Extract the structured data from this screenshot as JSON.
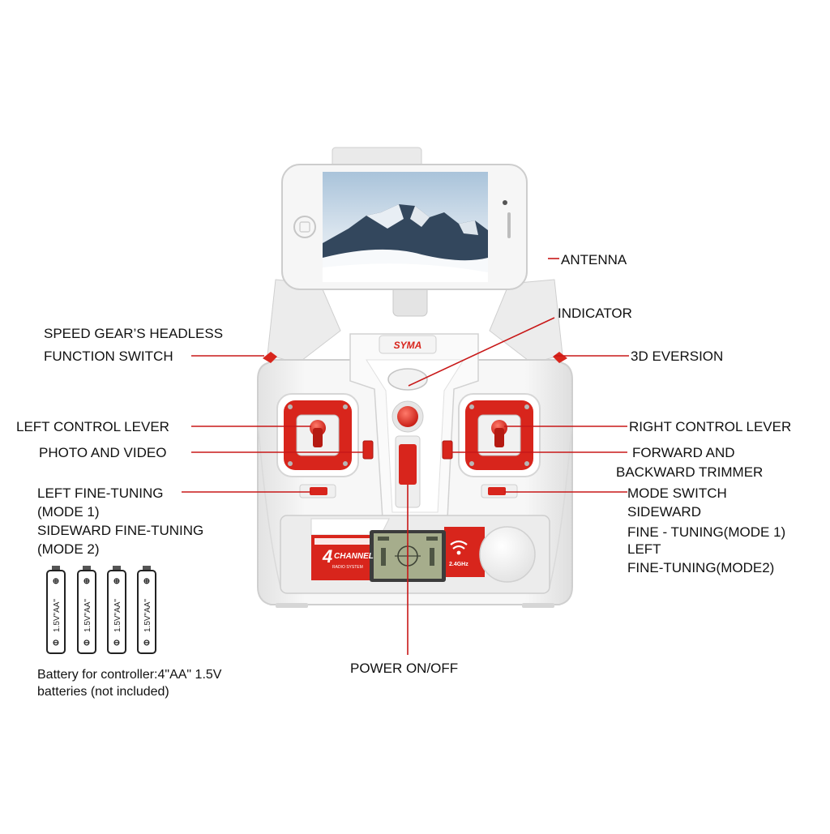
{
  "brand": "SYMA",
  "labels": {
    "antenna": "ANTENNA",
    "indicator": "INDICATOR",
    "speed_gear_line1": "SPEED GEAR’S HEADLESS",
    "speed_gear_line2": "FUNCTION SWITCH",
    "eversion": "3D EVERSION",
    "left_control_lever": "LEFT CONTROL LEVER",
    "right_control_lever": "RIGHT CONTROL LEVER",
    "photo_video": "PHOTO  AND VIDEO",
    "trimmer_line1": "FORWARD AND",
    "trimmer_line2": "BACKWARD TRIMMER",
    "left_fine_line1": "LEFT FINE-TUNING",
    "left_fine_line2": "(MODE 1)",
    "left_fine_line3": "SIDEWARD FINE-TUNING",
    "left_fine_line4": "(MODE 2)",
    "mode_switch_line1": "MODE SWITCH",
    "mode_switch_line2": "SIDEWARD",
    "mode_switch_line3": "FINE - TUNING(MODE 1)",
    "mode_switch_line4": "LEFT",
    "mode_switch_line5": "FINE-TUNING(MODE2)",
    "power": "POWER ON/OFF",
    "battery_line1": "Battery for controller:4\"AA\" 1.5V",
    "battery_line2": "batteries (not included)"
  },
  "panel": {
    "channel_number": "4",
    "channel_word": "CHANNEL",
    "radio_system": "RADIO SYSTEM",
    "frequency": "2.4GHz"
  },
  "battery_cell_label": "1.5V\"AA\"",
  "colors": {
    "accent_red": "#d8251c",
    "leader_red": "#c81818",
    "body_white": "#f3f3f3",
    "lcd_green": "#a6ad8c"
  }
}
